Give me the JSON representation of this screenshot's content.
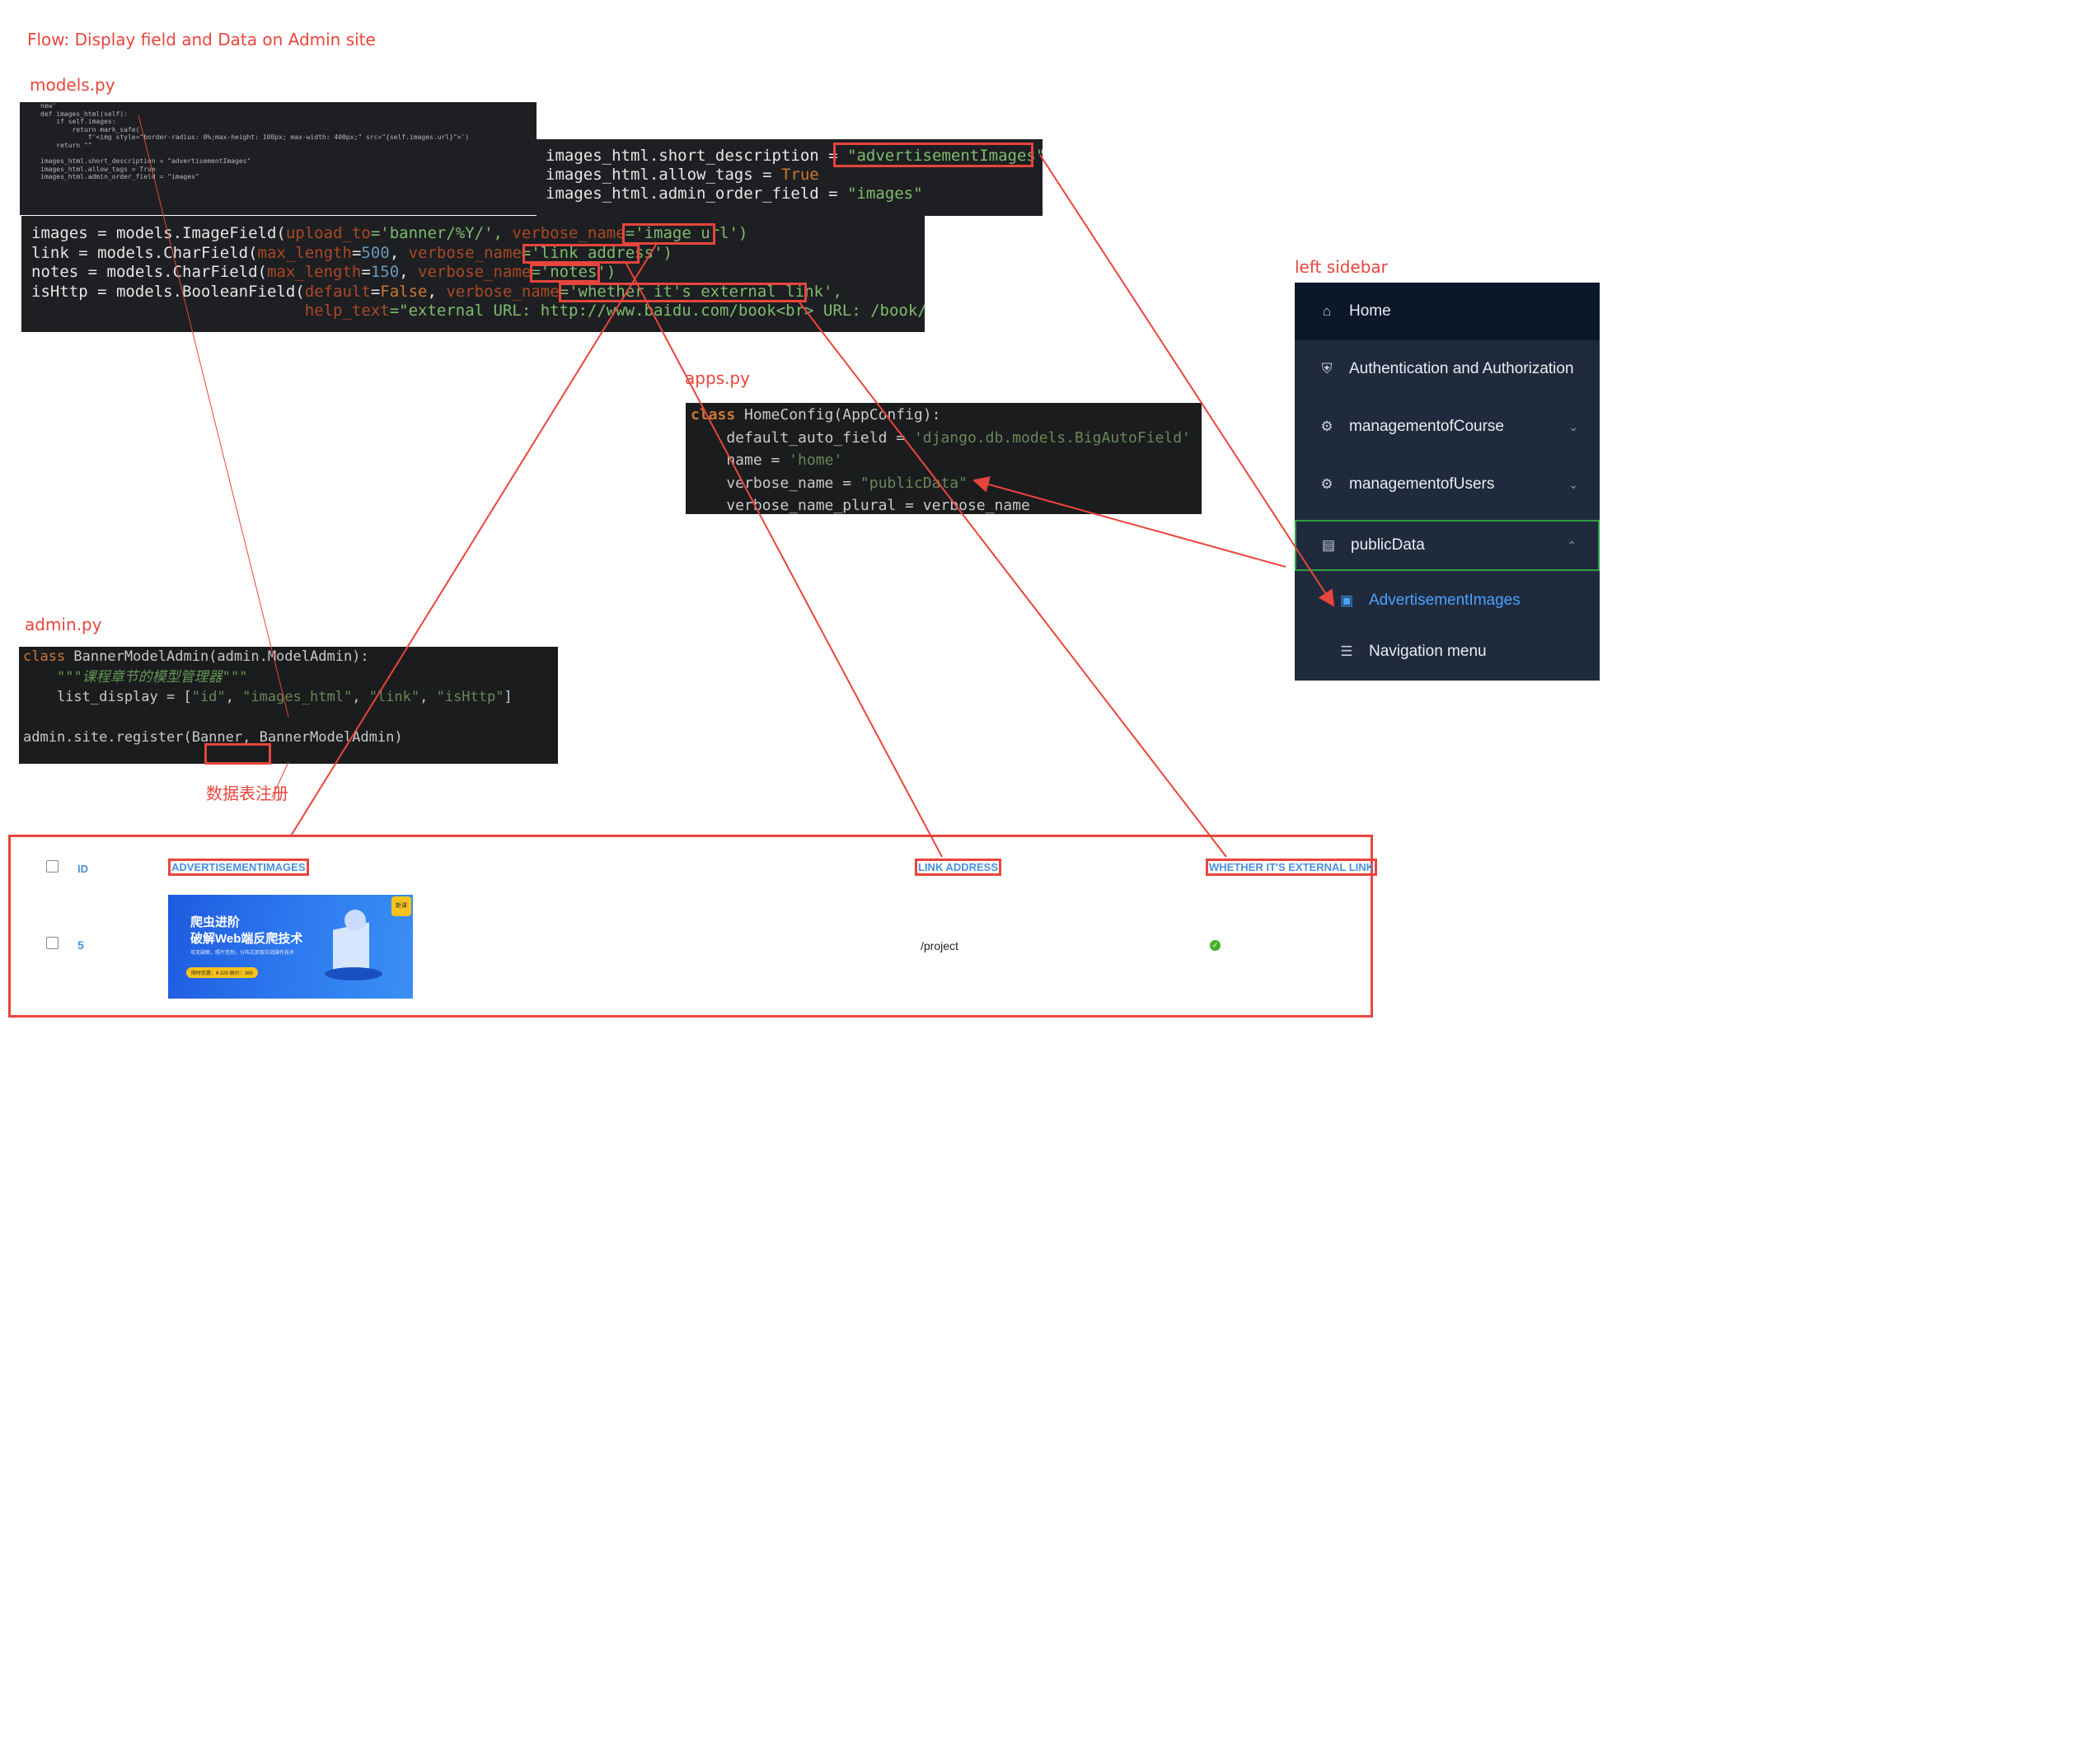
{
  "annotations": {
    "flow_title": "Flow: Display field and Data on Admin site",
    "models_label": "models.py",
    "apps_label": "apps.py",
    "admin_label": "admin.py",
    "sidebar_label": "left sidebar",
    "register_label": "数据表注册"
  },
  "models_small": [
    "new'",
    "def images_html(self):",
    "    if self.images:",
    "        return mark_safe(",
    "            f'<img style=\"border-radius: 0%;max-height: 100px; max-width: 400px;\" src=\"{self.images.url}\">')",
    "    return \"\"",
    "",
    "images_html.short_description = \"advertisementImages\"",
    "images_html.allow_tags = True",
    "images_html.admin_order_field = \"images\""
  ],
  "models_attrs": {
    "l1a": "images_html.short_description = ",
    "l1b": "\"advertisementImages\"",
    "l2a": "images_html.allow_tags = ",
    "l2b": "True",
    "l3a": "images_html.admin_order_field = ",
    "l3b": "\"images\""
  },
  "models_fields": {
    "f1a": "images = models.ImageField(",
    "f1b": "upload_to",
    "f1c": "='banner/%Y/', ",
    "f1d": "verbose_name",
    "f1e": "='",
    "f1f": "image url",
    "f1g": "')",
    "f2a": "link = models.CharField(",
    "f2b": "max_length",
    "f2c": "=",
    "f2d": "500",
    "f2e": ", ",
    "f2f": "verbose_name",
    "f2g": "='",
    "f2h": "link address",
    "f2i": "')",
    "f3a": "notes = models.CharField(",
    "f3b": "max_length",
    "f3c": "=",
    "f3d": "150",
    "f3e": ", ",
    "f3f": "verbose_name",
    "f3g": "='",
    "f3h": "notes'",
    "f3i": ")",
    "f4a": "isHttp = models.BooleanField(",
    "f4b": "default",
    "f4c": "=",
    "f4d": "False",
    "f4e": ", ",
    "f4f": "verbose_name",
    "f4g": "='",
    "f4h": "whether it's external link",
    "f4i": "',",
    "f5pad": "                             ",
    "f5a": "help_text",
    "f5b": "=\"external URL: http://www.baidu.com/book<br> URL: /book/\")"
  },
  "apps_code": {
    "a1a": "class",
    "a1b": " HomeConfig(AppConfig):",
    "a2a": "    default_auto_field = ",
    "a2b": "'django.db.models.BigAutoField'",
    "a3a": "    name = ",
    "a3b": "'home'",
    "a4a": "    verbose_name = ",
    "a4b": "\"publicData\"",
    "a5": "    verbose_name_plural = verbose_name"
  },
  "admin_code": {
    "b1a": "class",
    "b1b": " BannerModelAdmin(admin.ModelAdmin):",
    "b2": "    \"\"\"课程章节的模型管理器\"\"\"",
    "b3a": "    list_display = [",
    "b3b": "\"id\"",
    "b3c": ", ",
    "b3d": "\"images_html\"",
    "b3e": ", ",
    "b3f": "\"link\"",
    "b3g": ", ",
    "b3h": "\"isHttp\"",
    "b3i": "]",
    "b5a": "admin.site.register(",
    "b5b": "Banner,",
    "b5c": " BannerModelAdmin)"
  },
  "sidebar": {
    "home": "Home",
    "auth": "Authentication and Authorization",
    "course": "managementofCourse",
    "users": "managementofUsers",
    "public": "publicData",
    "ads": "AdvertisementImages",
    "nav": "Navigation menu"
  },
  "table": {
    "headers": [
      "ID",
      "ADVERTISEMENTIMAGES",
      "LINK ADDRESS",
      "WHETHER IT'S EXTERNAL LINK"
    ],
    "row": {
      "id": "5",
      "link": "/project",
      "is_http": true
    },
    "banner": {
      "title1": "爬虫进阶",
      "title2": "破解Web端反爬技术",
      "sub": "攻克破解，照片签到，分布式抓取实战操作技术",
      "badge": "新课",
      "price": "限时优惠：¥ 329  原价：366"
    }
  },
  "colors": {
    "annotation": "#e8453c",
    "sidebar_bg": "#1f2a3c",
    "active_link": "#4aa3ff",
    "highlight_box": "#2ea043"
  }
}
